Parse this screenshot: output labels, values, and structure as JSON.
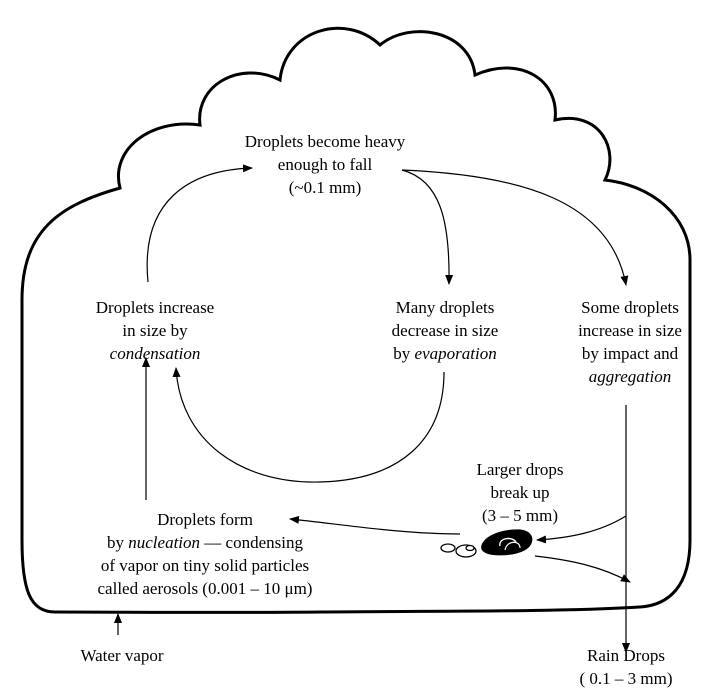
{
  "nodes": {
    "heavy": {
      "line1": "Droplets become heavy",
      "line2": "enough to fall",
      "line3": "(~0.1 mm)"
    },
    "condensation": {
      "line1": "Droplets increase",
      "line2": "in size by",
      "line3": "condensation"
    },
    "evaporation": {
      "line1": "Many droplets",
      "line2": "decrease in size",
      "line3_prefix": "by ",
      "line3_italic": "evaporation"
    },
    "aggregation": {
      "line1": "Some droplets",
      "line2": "increase in size",
      "line3": "by impact and",
      "line4": "aggregation"
    },
    "breakup": {
      "line1": "Larger drops",
      "line2": "break up",
      "line3": "(3 – 5 mm)"
    },
    "nucleation": {
      "line1": "Droplets form",
      "line2_prefix": "by ",
      "line2_italic": "nucleation",
      "line2_suffix": " — condensing",
      "line3": "of vapor on tiny solid particles",
      "line4": "called aerosols (0.001 – 10 μm)"
    },
    "vapor": {
      "label": "Water vapor"
    },
    "rain": {
      "line1": "Rain Drops",
      "line2": "( 0.1 – 3 mm)"
    }
  },
  "colors": {
    "ink": "#000000",
    "background": "#ffffff"
  }
}
